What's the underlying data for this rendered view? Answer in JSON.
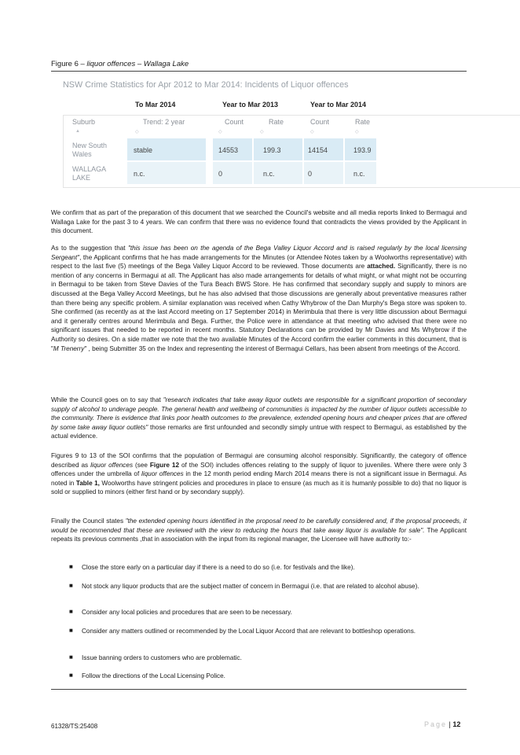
{
  "figure_caption": {
    "label": "Figure 6 – ",
    "text": "liquor offences  – Wallaga Lake"
  },
  "embedded_table": {
    "title": "NSW Crime Statistics for Apr 2012 to Mar 2014: Incidents of Liquor offences",
    "group_headers": [
      "To Mar 2014",
      "Year to Mar 2013",
      "Year to Mar 2014"
    ],
    "sub_headers": [
      "Suburb",
      "Trend: 2 year",
      "Count",
      "Rate",
      "Count",
      "Rate"
    ],
    "rows": [
      {
        "suburb": "New South Wales",
        "trend": "stable",
        "count_2013": "14553",
        "rate_2013": "199.3",
        "count_2014": "14154",
        "rate_2014": "193.9"
      },
      {
        "suburb": "WALLAGA LAKE",
        "trend": "n.c.",
        "count_2013": "0",
        "rate_2013": "n.c.",
        "count_2014": "0",
        "rate_2014": "n.c."
      }
    ]
  },
  "paragraphs": {
    "p1": "We confirm that as part of the preparation of this document that we searched the Council's website and all media reports linked to Bermagui and Wallaga Lake for the past 3 to 4 years. We can confirm that there was no evidence found that contradicts the views provided by the Applicant in this document.",
    "p2a": "As to the suggestion that ",
    "p2_quote": "\"this issue has been on the agenda of the Bega Valley Liquor Accord and is raised regularly by the local licensing Sergeant\"",
    "p2b": ", the Applicant confirms that he has made arrangements for the Minutes (or Attendee Notes taken by a Woolworths representative) with respect to the last five (5) meetings of the Bega Valley Liquor Accord to be reviewed. Those documents are ",
    "p2_bold": "attached.",
    "p2c": " Significantly, there is no mention of any concerns in Bermagui at all. The Applicant has also made arrangements for details of what might, or what might not be occurring in Bermagui to be taken from Steve Davies of the Tura Beach BWS Store. He has confirmed that secondary supply and supply to minors are discussed at the Bega Valley Accord Meetings, but he has also advised that those discussions are generally about preventative measures rather than there being any specific problem. A similar explanation was received when Cathy Whybrow of the Dan Murphy's Bega store was spoken to. She confirmed (as recently as at the last Accord meeting on 17 September 2014) in Merimbula that there is very little discussion about Bermagui and it generally centres around Merimbula and Bega. Further, the Police were in attendance at that meeting who advised that there were no significant issues that needed to be reported in recent months. Statutory Declarations can be provided by Mr Davies and Ms Whybrow if the Authority so desires. On a side matter we note that the two available Minutes of the Accord confirm the earlier comments in this document, that is \"",
    "p2_it2": "M Trenerry",
    "p2d": "\" , being Submitter 35 on the Index and representing the interest of Bermagui Cellars, has been absent from meetings of the Accord.",
    "p3a": "While the Council goes on to say that ",
    "p3_quote": "\"research indicates that take away liquor outlets are responsible for a significant proportion of secondary supply of alcohol to underage people. The general health and wellbeing of communities is impacted by the number of liquor outlets accessible to the community. There is evidence that links poor health outcomes to the prevalence, extended opening hours and cheaper prices that are offered by some take away liquor outlets\"",
    "p3b": " those remarks are first unfounded and secondly simply untrue with respect to Bermagui, as established by the actual evidence.",
    "p4a": "Figures 9 to 13 of the SOI confirms that the population of Bermagui are consuming alcohol responsibly. Significantly, the category of offence described as ",
    "p4_it1": "liquor offences",
    "p4b": " (see ",
    "p4_bold1": "Figure 12",
    "p4c": " of the SOI) includes offences relating to the supply of liquor to juveniles. Where there were only 3 offences under the umbrella of ",
    "p4_it2": "liquor offences",
    "p4d": " in the 12 month period ending March 2014 means there is not a significant issue in Bermagui. As noted in ",
    "p4_bold2": "Table 1,",
    "p4e": " Woolworths have stringent policies and procedures in place to ensure (as much as it is humanly possible to do) that no liquor is sold or supplied to minors (either first hand or by secondary supply).",
    "p5a": "Finally the Council states ",
    "p5_quote": "\"the extended opening hours identified in the proposal need to be carefully considered and, if the proposal proceeds, it would be recommended that these are reviewed with the view to reducing the hours that take away liquor is available for sale\".",
    "p5b": " The Applicant repeats its previous comments ,that in association with the input from its regional manager, the Licensee will have authority to:-"
  },
  "bullets": [
    "Close the store early on a particular day if there is a need to do so (i.e. for festivals and the like).",
    "Not stock any liquor products that are the subject matter of concern in Bermagui (i.e. that are related to alcohol abuse).",
    "Consider any local policies and procedures that are seen to be necessary.",
    "Consider any matters outlined or recommended by the Local Liquor Accord that are relevant to bottleshop operations.",
    "Issue banning orders to customers who are problematic.",
    "Follow the directions of the Local Licensing Police."
  ],
  "footer": {
    "ref": "61328/TS:25408",
    "page_word": "Page",
    "separator": "|",
    "page_number": "12"
  }
}
